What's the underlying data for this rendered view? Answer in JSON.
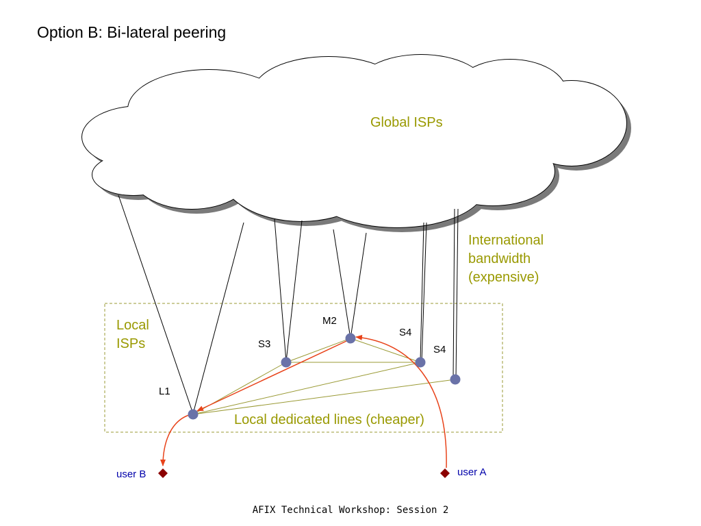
{
  "slide": {
    "title": "Option B: Bi-lateral peering",
    "footer": "AFIX Technical Workshop: Session 2"
  },
  "cloud": {
    "label": "Global ISPs",
    "color": "#999900"
  },
  "annotations": {
    "international": "International\nbandwidth\n(expensive)",
    "local_isps": "Local\nISPs",
    "local_lines": "Local dedicated lines (cheaper)"
  },
  "nodes": {
    "m2": "M2",
    "s3": "S3",
    "s4_upper": "S4",
    "s4_lower": "S4",
    "l1": "L1"
  },
  "users": {
    "user_b": "user B",
    "user_a": "user A"
  },
  "colors": {
    "node_fill": "#6a72a8",
    "peering_line": "#999933",
    "traffic_arrow": "#e8431a",
    "user_marker": "#8b0000",
    "user_label": "#0000aa",
    "box_border": "#999933"
  }
}
